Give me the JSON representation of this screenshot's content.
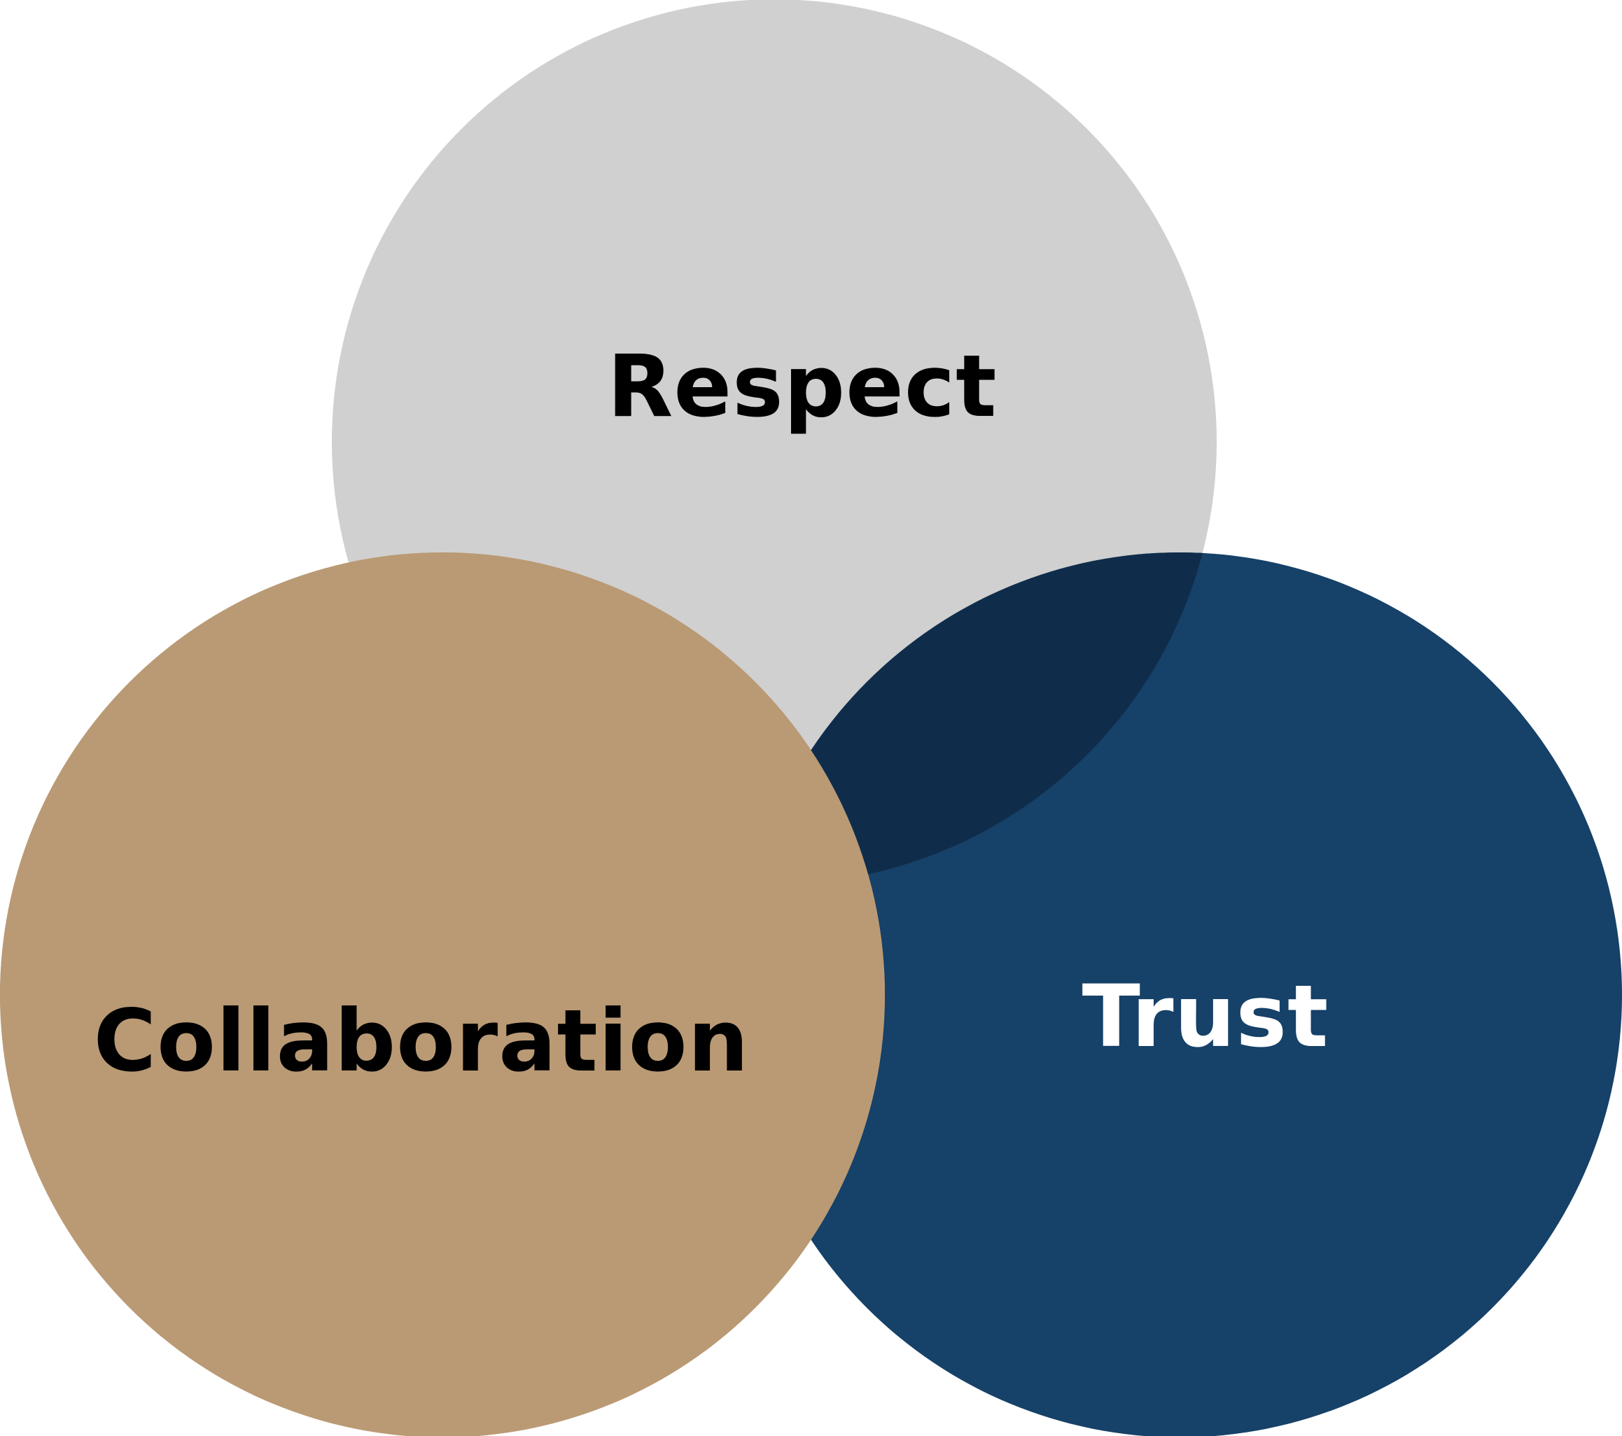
{
  "diagram": {
    "type": "venn",
    "circles": [
      {
        "id": "respect",
        "label": "Respect",
        "color": "#d0d0d0",
        "label_color": "#000000"
      },
      {
        "id": "collaboration",
        "label": "Collaboration",
        "color": "#ba9a74",
        "label_color": "#000000"
      },
      {
        "id": "trust",
        "label": "Trust",
        "color": "#164168",
        "label_color": "#ffffff"
      }
    ],
    "overlap_colors": {
      "respect_trust": "#0f2d4b"
    }
  }
}
